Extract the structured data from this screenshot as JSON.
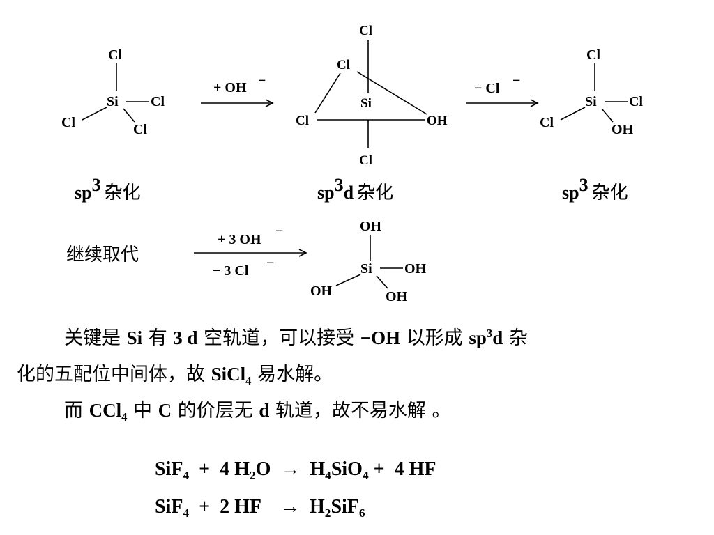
{
  "reaction": {
    "species1": {
      "center": "Si",
      "top": "Cl",
      "right": "Cl",
      "left": "Cl",
      "bottom": "Cl"
    },
    "arrow1_reagent": "+ OH",
    "arrow1_charge": "−",
    "species2": {
      "center": "Si",
      "top": "Cl",
      "upper_left": "Cl",
      "left": "Cl",
      "right": "OH",
      "bottom": "Cl"
    },
    "arrow2_reagent": "− Cl",
    "arrow2_charge": "−",
    "species3": {
      "center": "Si",
      "top": "Cl",
      "right": "Cl",
      "left": "Cl",
      "bottom": "OH"
    },
    "label1_main": "sp",
    "label1_sup": "3",
    "label1_cn": "杂化",
    "label2_main": "sp",
    "label2_sup": "3",
    "label2_tail": "d",
    "label2_cn": "杂化",
    "label3_main": "sp",
    "label3_sup": "3",
    "label3_cn": "杂化"
  },
  "continue": {
    "label": "继续取代",
    "reagent_top": "+ 3 OH",
    "reagent_top_charge": "−",
    "reagent_bottom": "− 3 Cl",
    "reagent_bottom_charge": "−",
    "product": {
      "center": "Si",
      "top": "OH",
      "right": "OH",
      "left": "OH",
      "bottom": "OH"
    }
  },
  "explanation": {
    "p1_a": "关键是 ",
    "p1_si": "Si",
    "p1_b": " 有 ",
    "p1_3d": "3 d",
    "p1_c": " 空轨道，可以接受 ",
    "p1_oh": "−OH",
    "p1_d": " 以形成 ",
    "p1_sp": "sp",
    "p1_sup": "3",
    "p1_dd": "d",
    "p1_e": " 杂",
    "p2_a": "化的五配位中间体，故 ",
    "p2_sicl": "SiCl",
    "p2_sub": "4",
    "p2_b": " 易水解。",
    "p3_a": "而 ",
    "p3_ccl": "CCl",
    "p3_sub": "4",
    "p3_b": " 中 ",
    "p3_c": "C",
    "p3_d": " 的价层无 ",
    "p3_dd": "d",
    "p3_e": " 轨道，故不易水解 。"
  },
  "equations": {
    "eq1": {
      "sif": "SiF",
      "sif_sub": "4",
      "plus1": "  +  4 H",
      "h2o_sub": "2",
      "o": "O",
      "arrow": "→",
      "h": "H",
      "h_sub": "4",
      "sio": "SiO",
      "sio_sub": "4",
      "rest": " +  4 HF"
    },
    "eq2": {
      "sif": "SiF",
      "sif_sub": "4",
      "plus1": "  +  2 HF",
      "arrow": "→",
      "h": "H",
      "h_sub": "2",
      "sif6": "SiF",
      "sif6_sub": "6"
    }
  }
}
